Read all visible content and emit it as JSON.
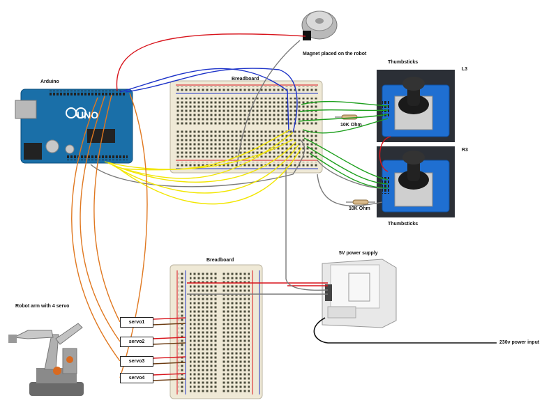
{
  "labels": {
    "arduino": "Arduino",
    "uno": "UNO",
    "breadboard_top": "Breadboard",
    "breadboard_bottom": "Breadboard",
    "magnet": "Magnet placed on the robot",
    "thumbsticks_top": "Thumbsticks",
    "thumbsticks_bottom": "Thumbsticks",
    "l3": "L3",
    "r3": "R3",
    "resistor_top": "10K Ohm",
    "resistor_bottom": "10K Ohm",
    "power_supply": "5V power supply",
    "robot_arm": "Robot arm with 4 servo",
    "power_input": "230v power input"
  },
  "servos": [
    "servo1",
    "servo2",
    "servo3",
    "servo4"
  ],
  "wire_colors": {
    "power": "#d8141c",
    "data": "#1c32c8",
    "ground": "#7a7a7a",
    "signal": "#f2e600",
    "joystick": "#1ea01e",
    "servo_signal": "#e07820",
    "servo_ground": "#6a3a10",
    "mains": "#111111"
  }
}
